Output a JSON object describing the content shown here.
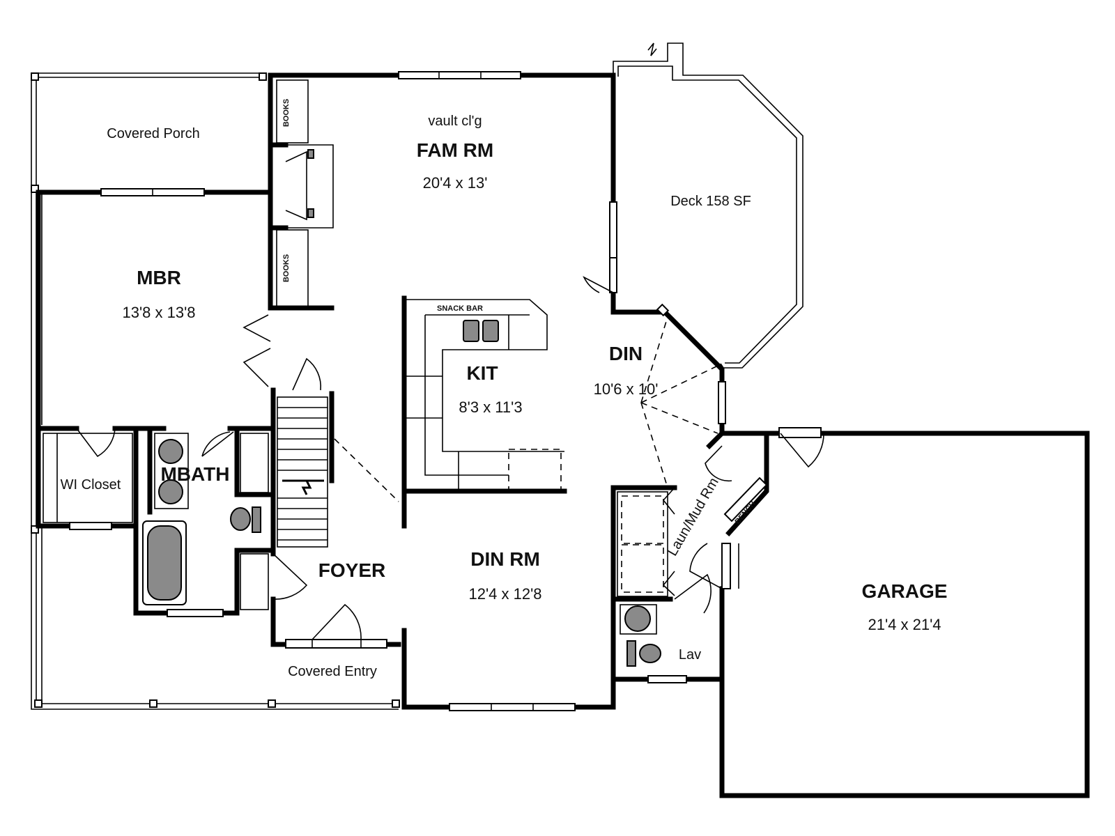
{
  "rooms": {
    "covered_porch": "Covered Porch",
    "fam_rm": {
      "note": "vault cl'g",
      "name": "FAM RM",
      "dim": "20'4 x 13'"
    },
    "deck": "Deck 158 SF",
    "mbr": {
      "name": "MBR",
      "dim": "13'8 x 13'8"
    },
    "kit": {
      "name": "KIT",
      "dim": "8'3 x 11'3"
    },
    "snack_bar": "SNACK BAR",
    "din": {
      "name": "DIN",
      "dim": "10'6 x 10'"
    },
    "wi_closet": "WI Closet",
    "mbath": "MBATH",
    "foyer": "FOYER",
    "din_rm": {
      "name": "DIN RM",
      "dim": "12'4 x 12'8"
    },
    "laun_mud": "Laun/Mud Rm",
    "bench": "BENCH",
    "garage": {
      "name": "GARAGE",
      "dim": "21'4 x 21'4"
    },
    "lav": "Lav",
    "covered_entry": "Covered Entry",
    "books_upper": "BOOKS",
    "books_lower": "BOOKS"
  }
}
